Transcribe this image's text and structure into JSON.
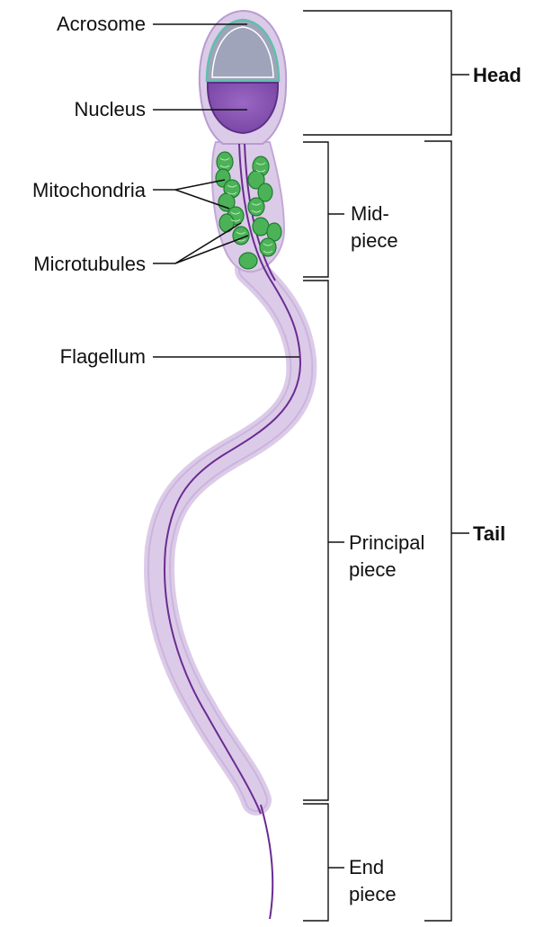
{
  "labels": {
    "acrosome": "Acrosome",
    "nucleus": "Nucleus",
    "mitochondria": "Mitochondria",
    "microtubules": "Microtubules",
    "flagellum": "Flagellum",
    "midpiece_line1": "Mid-",
    "midpiece_line2": "piece",
    "principal_line1": "Principal",
    "principal_line2": "piece",
    "end_line1": "End",
    "end_line2": "piece",
    "head": "Head",
    "tail": "Tail"
  },
  "colors": {
    "membrane": "#d9c7e6",
    "membrane_edge": "#b79cd0",
    "nucleus": "#8a55b5",
    "acrosome_fill": "#9fa4ba",
    "acrosome_edge": "#5fbfae",
    "mitochondria": "#3fad4a",
    "axoneme": "#6a2c91",
    "line": "#111111"
  }
}
